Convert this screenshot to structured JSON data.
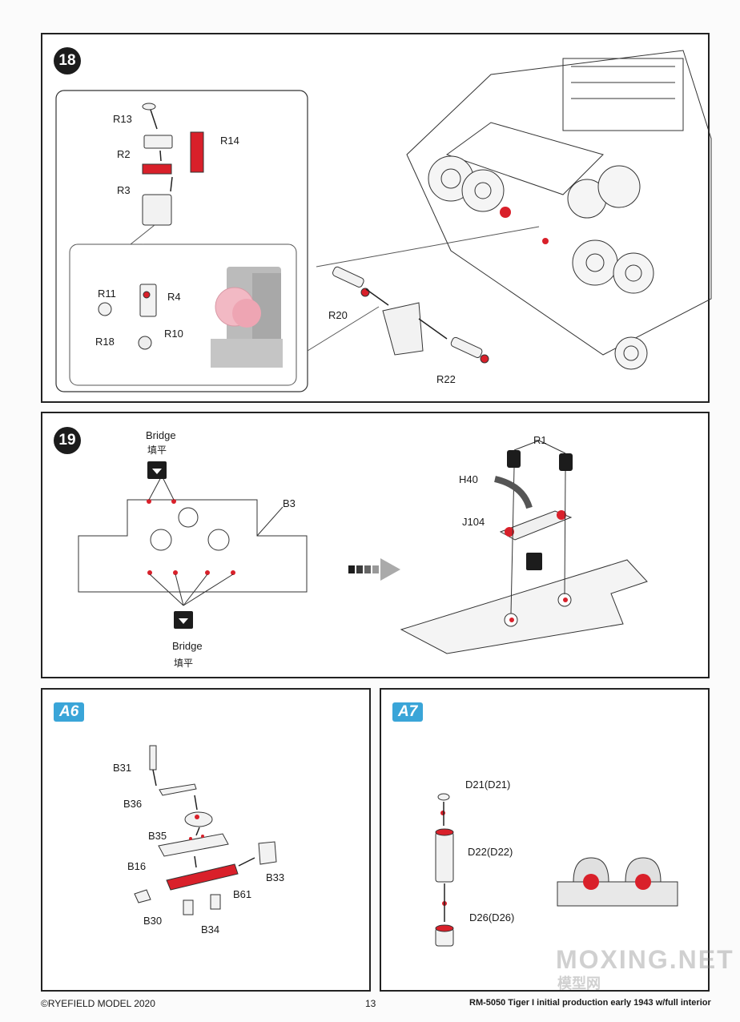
{
  "steps": {
    "s18": {
      "number": "18",
      "labels": {
        "R13": "R13",
        "R2": "R2",
        "R14": "R14",
        "R3": "R3",
        "R11": "R11",
        "R4": "R4",
        "R18": "R18",
        "R10": "R10",
        "R20": "R20",
        "R22": "R22"
      }
    },
    "s19": {
      "number": "19",
      "bridge_top": "Bridge",
      "bridge_top_cn": "填平",
      "bridge_bottom": "Bridge",
      "bridge_bottom_cn": "填平",
      "labels": {
        "B3": "B3",
        "R1": "R1",
        "H40": "H40",
        "J104": "J104"
      }
    },
    "a6": {
      "tag": "A6",
      "labels": {
        "B31": "B31",
        "B36": "B36",
        "B35": "B35",
        "B16": "B16",
        "B33": "B33",
        "B61": "B61",
        "B30": "B30",
        "B34": "B34"
      }
    },
    "a7": {
      "tag": "A7",
      "labels": {
        "D21": "D21(D21)",
        "D22": "D22(D22)",
        "D26": "D26(D26)"
      }
    }
  },
  "footer": {
    "copyright": "©RYEFIELD MODEL 2020",
    "page_number": "13",
    "product": "RM-5050 Tiger I initial production early 1943 w/full interior"
  },
  "watermark": {
    "main": "MOXING.NET",
    "sub": "模型网"
  },
  "colors": {
    "accent_red": "#d9202a",
    "badge_blue": "#3aa5d8",
    "badge_dark": "#1c1c1c"
  }
}
